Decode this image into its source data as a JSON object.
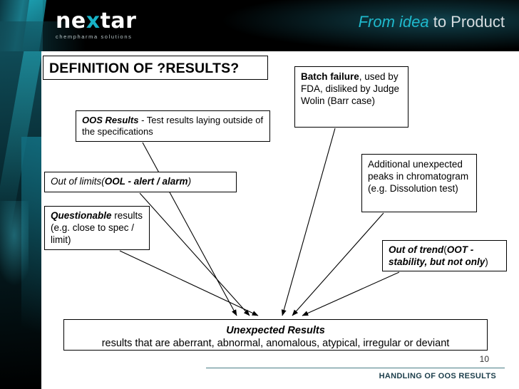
{
  "header": {
    "logo_word_pre": "ne",
    "logo_word_x": "x",
    "logo_word_post": "tar",
    "logo_sub": "chempharma solutions",
    "tagline_em": "From idea",
    "tagline_rest": " to Product"
  },
  "slide": {
    "title": "DEFINITION OF ?RESULTS?",
    "boxes": {
      "oos": {
        "strong": "OOS Results",
        "rest": " - Test results laying outside of the specifications"
      },
      "batch_failure": {
        "strong": "Batch failure",
        "rest": ", used by FDA, disliked by Judge Wolin (Barr case)"
      },
      "out_of_limits": {
        "strong": "Out of limits",
        "paren_open": "(",
        "inner": "OOL - alert / alarm",
        "paren_close": ")"
      },
      "questionable": {
        "strong": "Questionable",
        "rest": " results (e.g. close to spec / limit)"
      },
      "additional": {
        "text": "Additional unexpected peaks in chromatogram (e.g. Dissolution test)"
      },
      "out_of_trend": {
        "strong": "Out of trend",
        "paren_open": "(",
        "inner": "OOT - stability, but not only",
        "paren_close": ")"
      },
      "unexpected": {
        "line1": "Unexpected Results",
        "line2": "results that are aberrant, abnormal, anomalous, atypical, irregular or deviant"
      }
    }
  },
  "footer": {
    "page_number": "10",
    "text": "HANDLING OF OOS RESULTS"
  },
  "colors": {
    "accent_teal": "#18b2c6",
    "header_black": "#000000",
    "footer_blue": "#1b3d4a"
  }
}
